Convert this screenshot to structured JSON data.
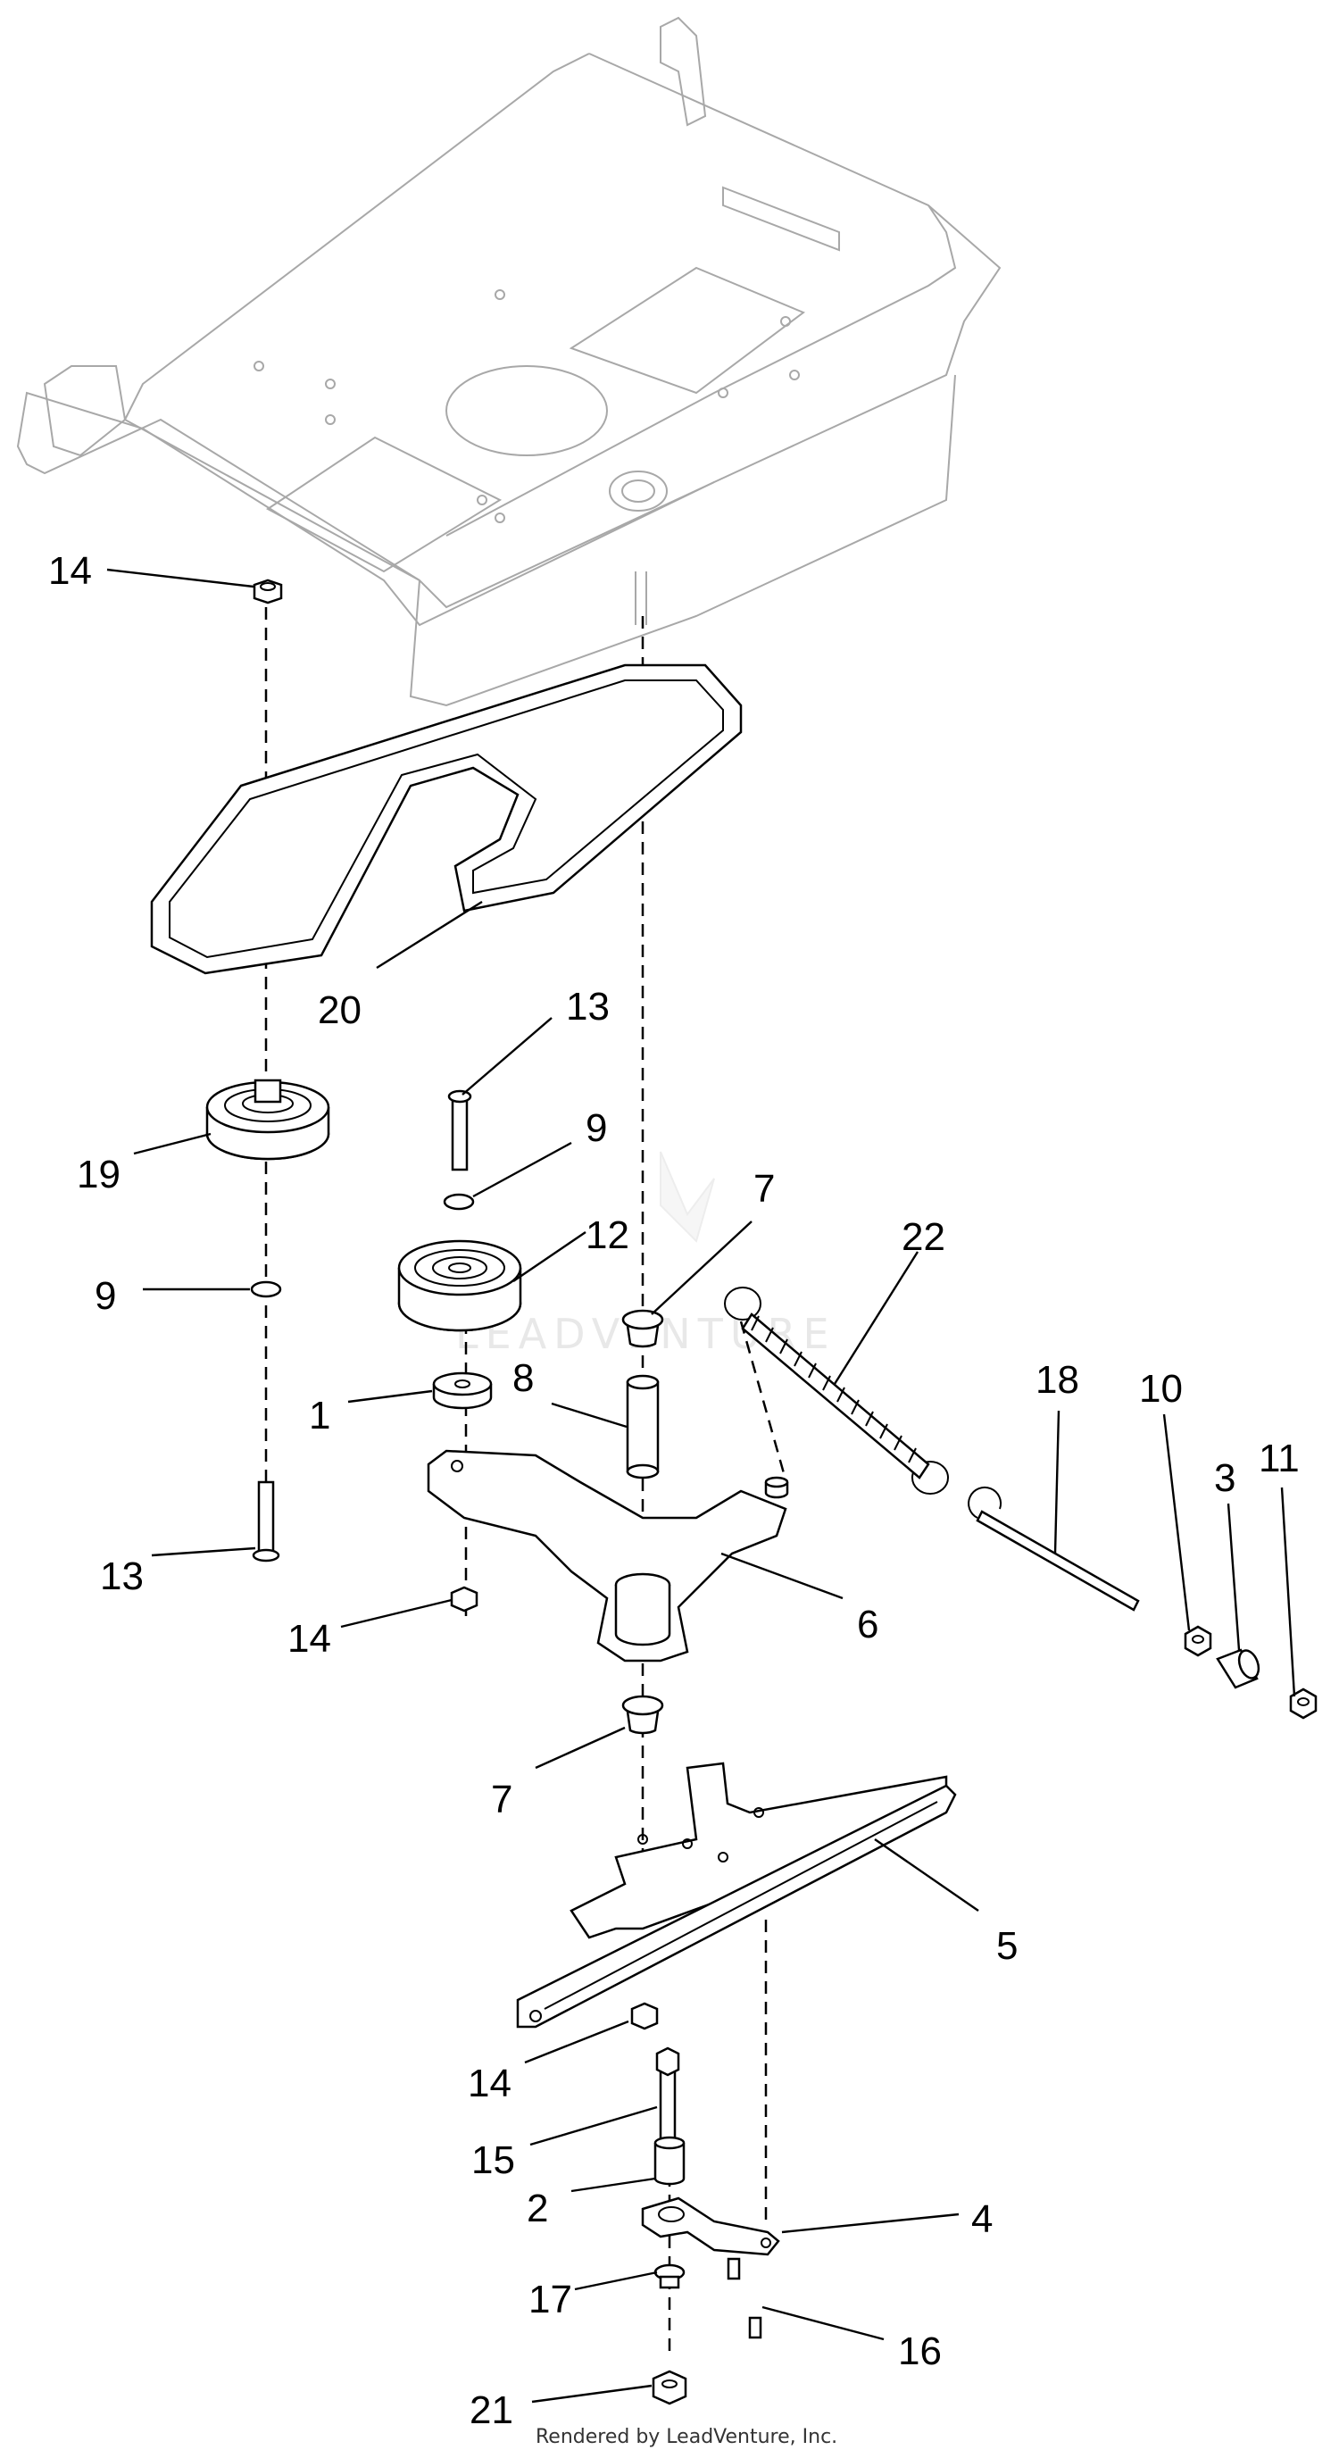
{
  "callouts": {
    "c14a": "14",
    "c20": "20",
    "c13a": "13",
    "c9a": "9",
    "c19": "19",
    "c9b": "9",
    "c7a": "7",
    "c12": "12",
    "c22": "22",
    "c8": "8",
    "c1": "1",
    "c18": "18",
    "c10": "10",
    "c3": "3",
    "c11": "11",
    "c13b": "13",
    "c14b": "14",
    "c6": "6",
    "c7b": "7",
    "c5": "5",
    "c14c": "14",
    "c15": "15",
    "c2": "2",
    "c4": "4",
    "c17": "17",
    "c16": "16",
    "c21": "21"
  },
  "watermark": "LEADVENTURE",
  "footer": "Rendered by LeadVenture, Inc."
}
